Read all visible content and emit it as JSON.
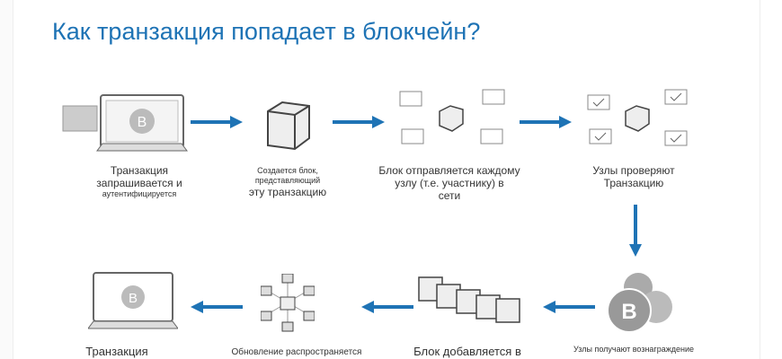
{
  "title": "Как транзакция попадает в блокчейн?",
  "accent": "#1e73b5",
  "steps": [
    {
      "lines": [
        "Транзакция",
        "запрашивается и",
        "аутентифицируется"
      ]
    },
    {
      "lines": [
        "Создается блок, представляющий",
        "эту транзакцию"
      ]
    },
    {
      "lines": [
        "Блок отправляется каждому",
        "узлу (т.е. участнику) в",
        "сети"
      ]
    },
    {
      "lines": [
        "Узлы проверяют",
        "Транзакцию"
      ]
    },
    {
      "lines": [
        "Узлы получают вознаграждение"
      ]
    },
    {
      "lines": [
        "Блок добавляется в"
      ]
    },
    {
      "lines": [
        "Обновление распространяется"
      ]
    },
    {
      "lines": [
        "Транзакция"
      ]
    }
  ]
}
